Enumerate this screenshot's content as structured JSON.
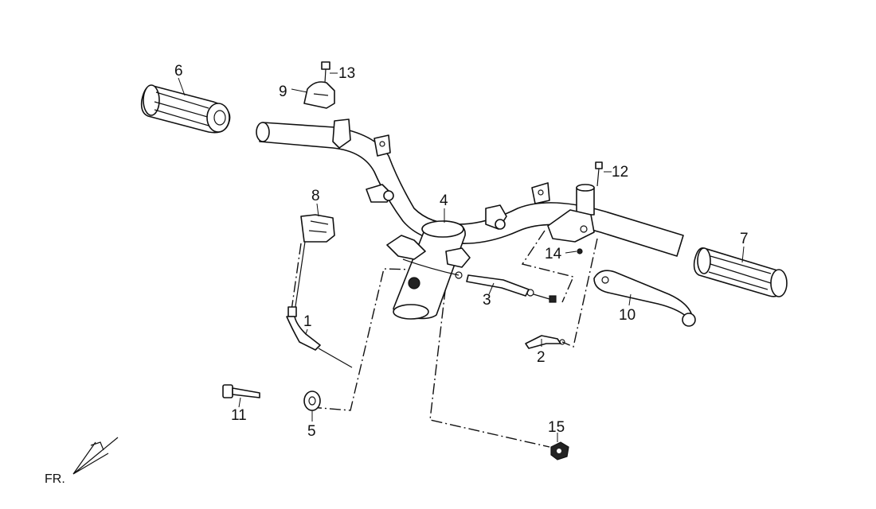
{
  "diagram": {
    "callouts": [
      {
        "id": "c1",
        "text": "1"
      },
      {
        "id": "c2",
        "text": "2"
      },
      {
        "id": "c3",
        "text": "3"
      },
      {
        "id": "c4",
        "text": "4"
      },
      {
        "id": "c5",
        "text": "5"
      },
      {
        "id": "c6",
        "text": "6"
      },
      {
        "id": "c7",
        "text": "7"
      },
      {
        "id": "c8",
        "text": "8"
      },
      {
        "id": "c9",
        "text": "9"
      },
      {
        "id": "c10",
        "text": "10"
      },
      {
        "id": "c11",
        "text": "11"
      },
      {
        "id": "c12",
        "text": "12"
      },
      {
        "id": "c13",
        "text": "13"
      },
      {
        "id": "c14",
        "text": "14"
      },
      {
        "id": "c15",
        "text": "15"
      }
    ],
    "direction_marker": "FR."
  }
}
